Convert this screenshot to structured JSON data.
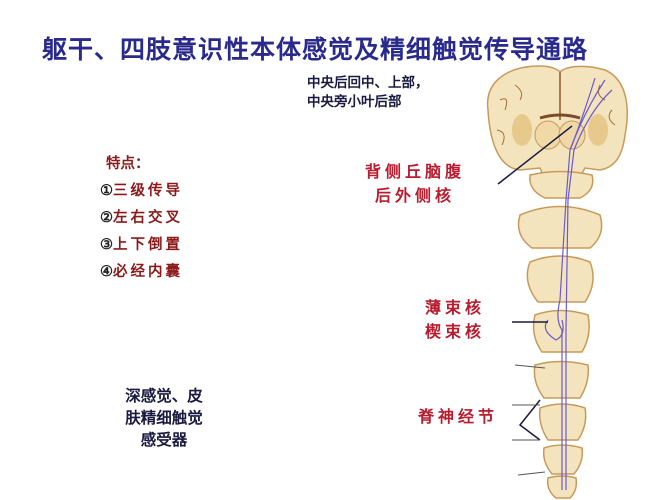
{
  "title": "躯干、四肢意识性本体感觉及精细触觉传导通路",
  "cortex_label": {
    "line1": "中央后回中、上部，",
    "line2": "中央旁小叶后部"
  },
  "features": {
    "heading": "特点：",
    "items": [
      {
        "num": "①",
        "text": "三级传导"
      },
      {
        "num": "②",
        "text": "左右交叉"
      },
      {
        "num": "③",
        "text": "上下倒置"
      },
      {
        "num": "④",
        "text": "必经内囊"
      }
    ]
  },
  "thalamus_label": {
    "line1": "背侧丘脑腹",
    "line2": "后外侧核"
  },
  "medulla_label": {
    "line1": "薄束核",
    "line2": "楔束核"
  },
  "ganglion_label": "脊神经节",
  "receptor_label": {
    "line1": "深感觉、皮",
    "line2": "肤精细触觉",
    "line3": "感受器"
  },
  "colors": {
    "title": "#2a2a8c",
    "red_labels": "#b81c2e",
    "features": "#8b1a1a",
    "tissue": "#f3e4be",
    "tissue_edge": "#c89a5a",
    "pathway": "#6a5acd"
  }
}
